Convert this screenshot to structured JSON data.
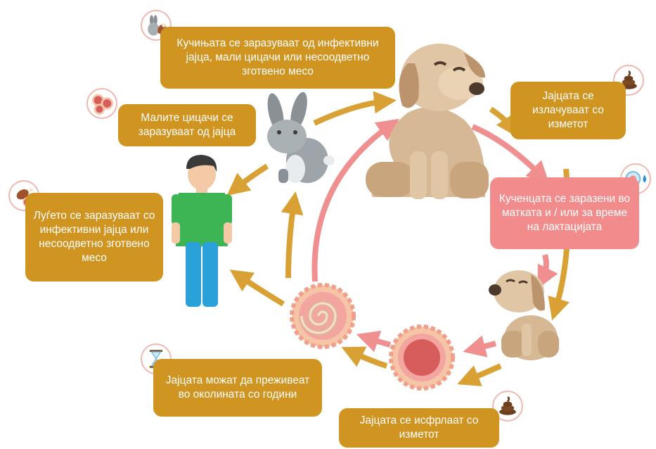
{
  "colors": {
    "gold": "#d09421",
    "pink": "#f28c8c",
    "arrow_gold": "#d9a034",
    "arrow_pink": "#f08f8f"
  },
  "boxes": {
    "dogs_infected": "Кучињата се заразуваат од инфективни јајца, мали цицачи или несоодветно зготвено месо",
    "eggs_excreted": "Јајцата се излачуваат со изметот",
    "puppies_infected": "Кученцата се заразени во матката и / или за време на лактацијата",
    "eggs_expelled": "Јајцата се исфрлаат со изметот",
    "eggs_survive": "Јајцата можат да преживеат во околината со години",
    "people_infected": "Луѓето се заразуваат со инфективни јајца или несоодветно зготвено месо",
    "small_mammals": "Малите цицачи се заразуваат од јајца"
  },
  "icons": [
    "rabbit-meat-icon",
    "egg-cells-icon",
    "meat-leg-icon",
    "feces-icon",
    "uterus-drop-icon",
    "hourglass-icon"
  ]
}
